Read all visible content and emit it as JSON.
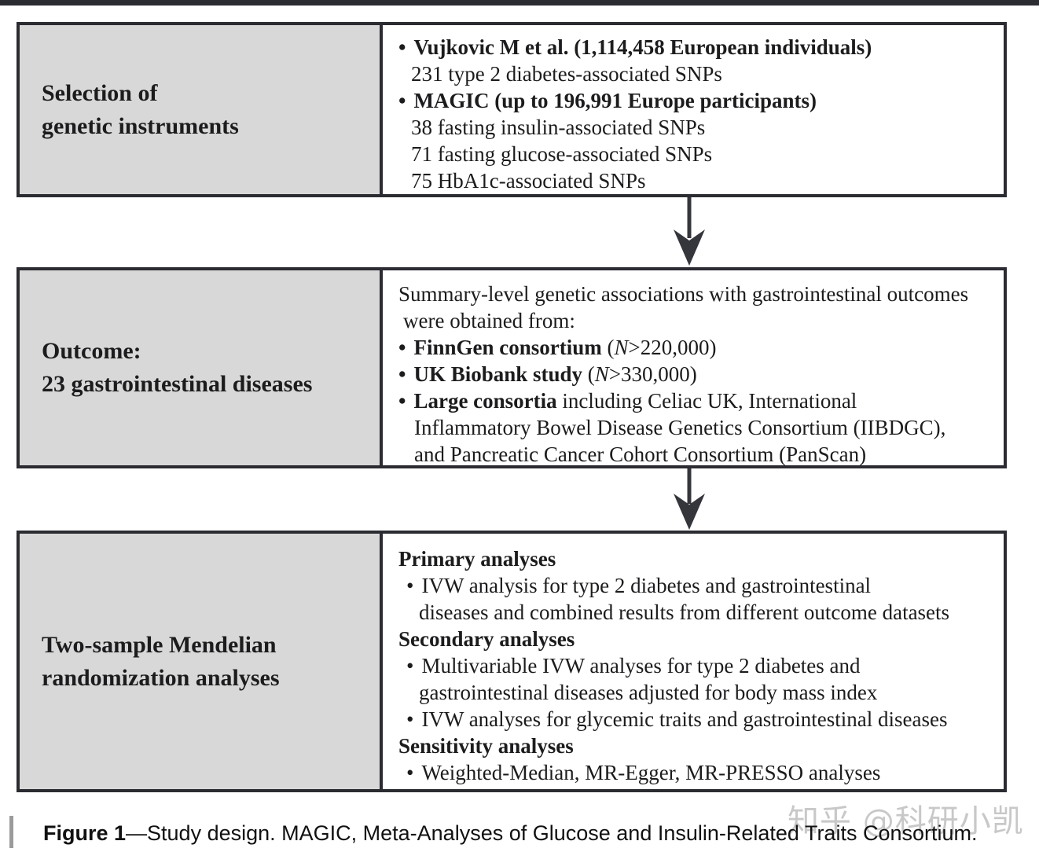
{
  "theme": {
    "border_color": "#2b2b32",
    "panel_gray": "#d8d8d8",
    "arrow_color": "#35353c",
    "text_color": "#1c1c1e",
    "watermark_color": "#c8c8c8",
    "caption_bar_color": "#9b9b9b"
  },
  "boxes": [
    {
      "label_lines": [
        "Selection of",
        "genetic instruments"
      ],
      "content": {
        "l1_bullet": "•",
        "l1_bold": "Vujkovic M et al. (1,114,458 European individuals)",
        "l2": "231 type 2 diabetes-associated SNPs",
        "l3_bullet": "•",
        "l3_bold": "MAGIC (up to 196,991 Europe participants)",
        "l4": "38 fasting insulin-associated SNPs",
        "l5": "71 fasting glucose-associated SNPs",
        "l6": "75 HbA1c-associated SNPs"
      }
    },
    {
      "label_lines": [
        "Outcome:",
        "23 gastrointestinal diseases"
      ],
      "content": {
        "intro_1": "Summary-level genetic associations with gastrointestinal outcomes",
        "intro_2": "were obtained from:",
        "b1_bullet": "•",
        "b1_bold": "FinnGen consortium",
        "b1_pre": "  (",
        "b1_n": "N",
        "b1_post": ">220,000)",
        "b2_bullet": "•",
        "b2_bold": "UK Biobank study",
        "b2_pre": " (",
        "b2_n": "N",
        "b2_post": ">330,000)",
        "b3_bullet": "•",
        "b3_bold": "Large consortia",
        "b3_rest": " including Celiac UK,  International",
        "b3_wrap1": "Inflammatory Bowel Disease Genetics Consortium (IIBDGC),",
        "b3_wrap2": "and Pancreatic Cancer Cohort Consortium (PanScan)"
      }
    },
    {
      "label_lines": [
        "Two-sample Mendelian",
        "randomization analyses"
      ],
      "content": {
        "h1": "Primary analyses",
        "p1_bullet": "•",
        "p1_l1": "IVW analysis for type 2 diabetes and gastrointestinal",
        "p1_l2": "diseases and combined results from different outcome datasets",
        "h2": "Secondary analyses",
        "p2_bullet": "•",
        "p2_l1": "Multivariable IVW analyses for type 2 diabetes and",
        "p2_l2": "gastrointestinal diseases adjusted for body mass index",
        "p3_bullet": "•",
        "p3": "IVW analyses for glycemic traits and gastrointestinal diseases",
        "h3": "Sensitivity analyses",
        "p4_bullet": "•",
        "p4": "Weighted-Median, MR-Egger, MR-PRESSO analyses"
      }
    }
  ],
  "caption": {
    "figure_label": "Figure 1",
    "text": "—Study design. MAGIC, Meta-Analyses of Glucose and Insulin-Related Traits Consortium."
  },
  "watermark": "知乎 @科研小凯"
}
